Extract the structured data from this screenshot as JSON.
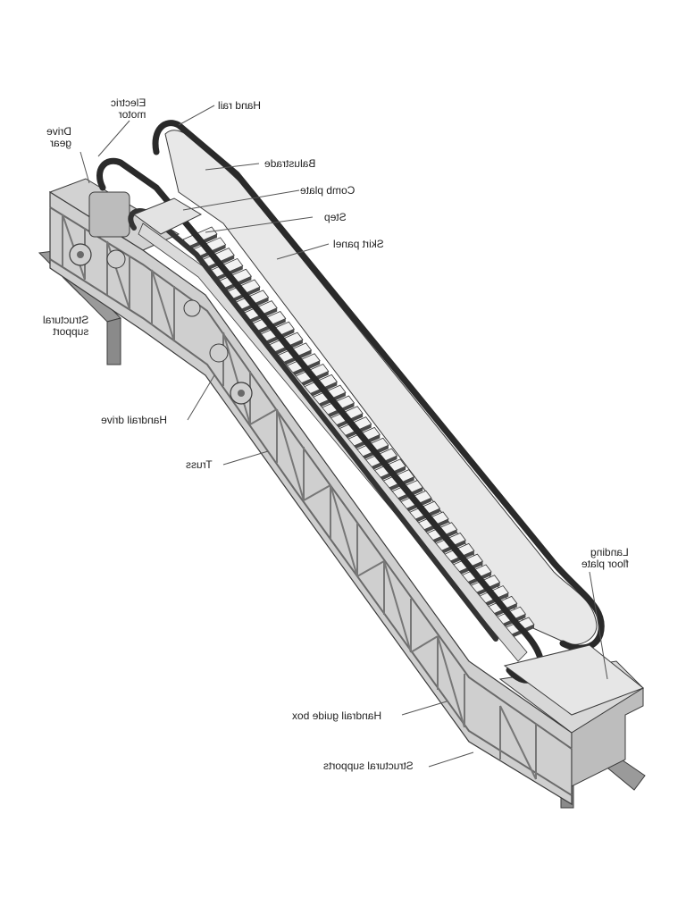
{
  "diagram": {
    "colors": {
      "frame": "#c9c9c9",
      "frame_dark": "#8a8a8a",
      "outline": "#3a3a3a",
      "handrail": "#2f2f2f",
      "balustrade": "#e6e6e6",
      "step": "#f2f2f2",
      "step_shadow": "#4a4a4a",
      "leader": "#555555"
    },
    "labels": {
      "hand_rail": "Hand rail",
      "electric_motor": "Electric\nmotor",
      "drive_gear": "Drive\ngear",
      "balustrade": "Balustrade",
      "comb_plate": "Comb plate",
      "step": "Step",
      "skirt_panel": "Skirt panel",
      "structural_support": "Structural\nsupport",
      "handrail_drive": "Handrail drive",
      "truss": "Truss",
      "landing_floor_plate": "Landing\nfloor plate",
      "handrail_guide_box": "Handrail guide box",
      "structural_supports": "Structural supports"
    }
  }
}
